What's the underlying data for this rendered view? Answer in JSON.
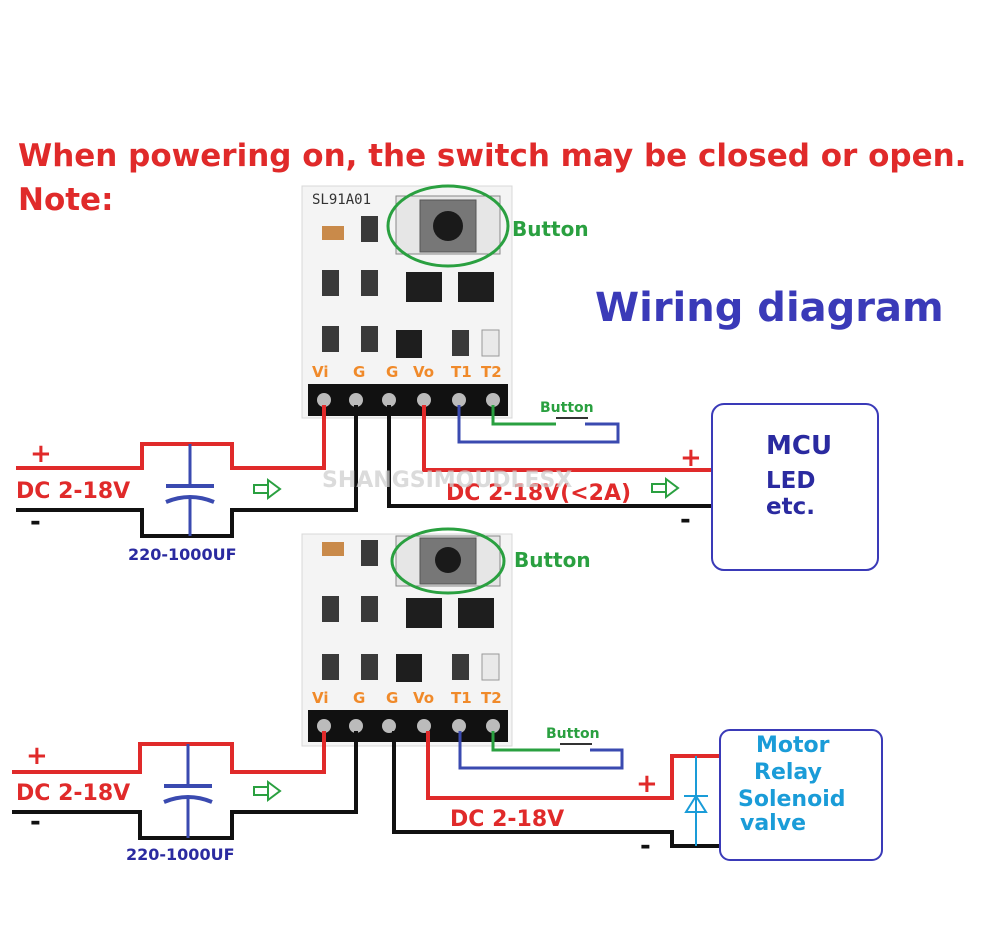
{
  "title": "When powering on, the switch may be closed or open.",
  "note_label": "Note:",
  "diagram_title": "Wiring diagram",
  "watermark": "SHANGSIMOUDLESX",
  "board_model": "SL91A01",
  "pin_labels": [
    "Vi",
    "G",
    "G",
    "Vo",
    "T1",
    "T2"
  ],
  "button_label": "Button",
  "small_button_label": "Button",
  "plus_sign": "+",
  "minus_sign": "-",
  "top": {
    "input_label": "DC 2-18V",
    "capacitor_label": "220-1000UF",
    "output_label": "DC 2-18V(<2A)",
    "load_lines": [
      "MCU",
      "LED",
      "etc."
    ]
  },
  "bottom": {
    "input_label": "DC 2-18V",
    "capacitor_label": "220-1000UF",
    "output_label": "DC 2-18V",
    "load_lines": [
      "Motor",
      "Relay",
      "Solenoid",
      "valve"
    ]
  },
  "colors": {
    "red": "#e02a2a",
    "blue": "#3a3ab8",
    "green": "#2aa040",
    "cyan": "#1a9cd8",
    "wire_black": "#111111",
    "wire_red": "#e02a2a",
    "wire_blue": "#3a4ab0",
    "wire_green": "#2aa040"
  }
}
